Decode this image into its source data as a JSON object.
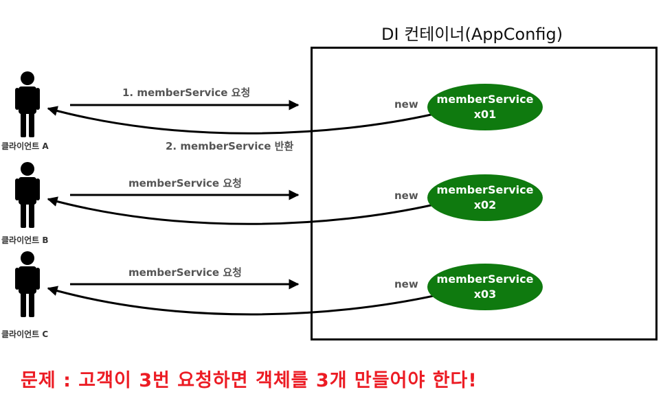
{
  "container": {
    "title": "DI 컨테이너(AppConfig)"
  },
  "clients": [
    {
      "label": "클라이언트 A",
      "request": "1. memberService 요청",
      "response": "2. memberService 반환",
      "new_label": "new",
      "bean_name": "memberService",
      "bean_id": "x01"
    },
    {
      "label": "클라이언트 B",
      "request": "memberService 요청",
      "new_label": "new",
      "bean_name": "memberService",
      "bean_id": "x02"
    },
    {
      "label": "클라이언트 C",
      "request": "memberService 요청",
      "new_label": "new",
      "bean_name": "memberService",
      "bean_id": "x03"
    }
  ],
  "problem": "문제 : 고객이 3번 요청하면 객체를 3개 만들어야 한다!",
  "colors": {
    "bean": "#0f7a0f",
    "problem": "#ec1c24",
    "line": "#000000"
  },
  "icons": {
    "client": "person-icon"
  }
}
